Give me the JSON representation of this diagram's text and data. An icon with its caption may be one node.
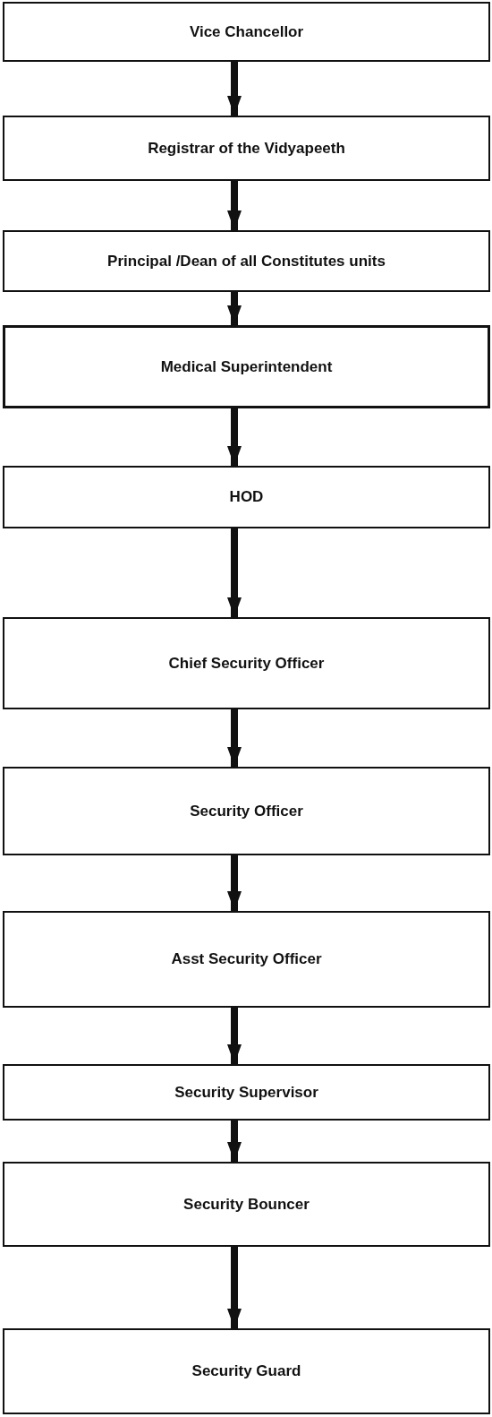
{
  "diagram": {
    "nodes": [
      {
        "text": [
          "Vice Chancellor"
        ]
      },
      {
        "text": [
          "Registrar of the Vidyapeeth"
        ]
      },
      {
        "text": [
          "Principal /Dean of all Constitutes units"
        ]
      },
      {
        "text": [
          "Medical Superintendent"
        ]
      },
      {
        "text": [
          "HOD"
        ]
      },
      {
        "text": [
          "Chief Security Officer"
        ]
      },
      {
        "text": [
          "Security Officer"
        ]
      },
      {
        "text": [
          "Asst Security Officer"
        ]
      },
      {
        "text": [
          "Security Supervisor"
        ]
      },
      {
        "text": [
          "Security Bouncer"
        ]
      },
      {
        "text": [
          "Security Guard"
        ]
      }
    ],
    "edges": [
      {
        "from": 0,
        "to": 1,
        "arrow": "to"
      },
      {
        "from": 1,
        "to": 2,
        "arrow": "to"
      },
      {
        "from": 2,
        "to": 3,
        "arrow": "to"
      },
      {
        "from": 3,
        "to": 4,
        "arrow": "to"
      },
      {
        "from": 4,
        "to": 5,
        "arrow": "to"
      },
      {
        "from": 5,
        "to": 6,
        "arrow": "to"
      },
      {
        "from": 6,
        "to": 7,
        "arrow": "to"
      },
      {
        "from": 7,
        "to": 8,
        "arrow": "to"
      },
      {
        "from": 8,
        "to": 9,
        "arrow": "to"
      },
      {
        "from": 9,
        "to": 10,
        "arrow": "to"
      }
    ]
  }
}
